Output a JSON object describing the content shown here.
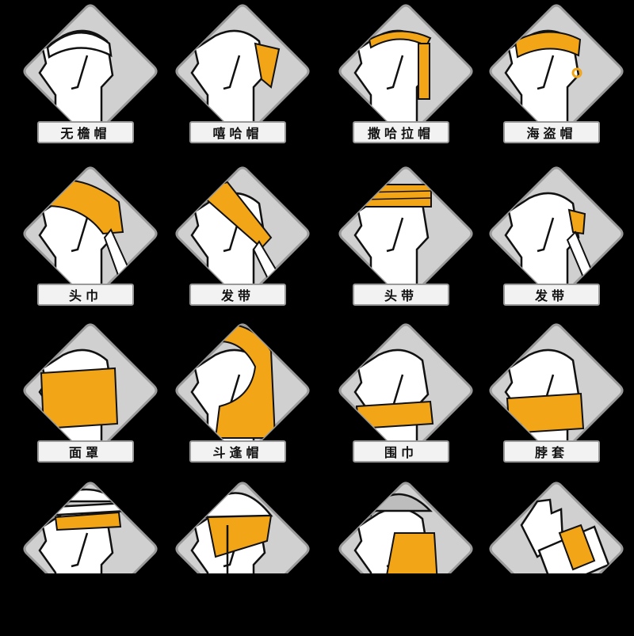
{
  "palette": {
    "background": "#000000",
    "diamond_fill": "#d0d0d0",
    "diamond_stroke": "#9a9a9a",
    "figure_fill": "#ffffff",
    "accent": "#f2a516",
    "outline": "#111111"
  },
  "rows": [
    {
      "items": [
        {
          "label": "无檐帽",
          "icon": "head-wrap-brimless-cap-icon"
        },
        {
          "label": "嘻哈帽",
          "icon": "head-wrap-hiphop-cap-icon"
        },
        {
          "label": "撒哈拉帽",
          "icon": "head-wrap-sahara-cap-icon"
        },
        {
          "label": "海盗帽",
          "icon": "head-wrap-pirate-cap-icon"
        }
      ]
    },
    {
      "items": [
        {
          "label": "头巾",
          "icon": "head-wrap-bandana-icon"
        },
        {
          "label": "发带",
          "icon": "head-wrap-hairband-icon"
        },
        {
          "label": "头带",
          "icon": "head-wrap-headband-icon"
        },
        {
          "label": "发带",
          "icon": "head-wrap-hairband-back-icon"
        }
      ]
    },
    {
      "items": [
        {
          "label": "面罩",
          "icon": "head-wrap-face-mask-icon"
        },
        {
          "label": "斗逢帽",
          "icon": "head-wrap-hood-icon"
        },
        {
          "label": "围巾",
          "icon": "head-wrap-scarf-icon"
        },
        {
          "label": "脖套",
          "icon": "head-wrap-neck-gaiter-icon"
        }
      ]
    },
    {
      "items": [
        {
          "label": "",
          "icon": "head-wrap-cap-sweatband-icon"
        },
        {
          "label": "",
          "icon": "head-wrap-helmet-liner-icon"
        },
        {
          "label": "",
          "icon": "head-wrap-cap-neck-cover-icon"
        },
        {
          "label": "",
          "icon": "wrist-band-icon"
        }
      ]
    }
  ]
}
